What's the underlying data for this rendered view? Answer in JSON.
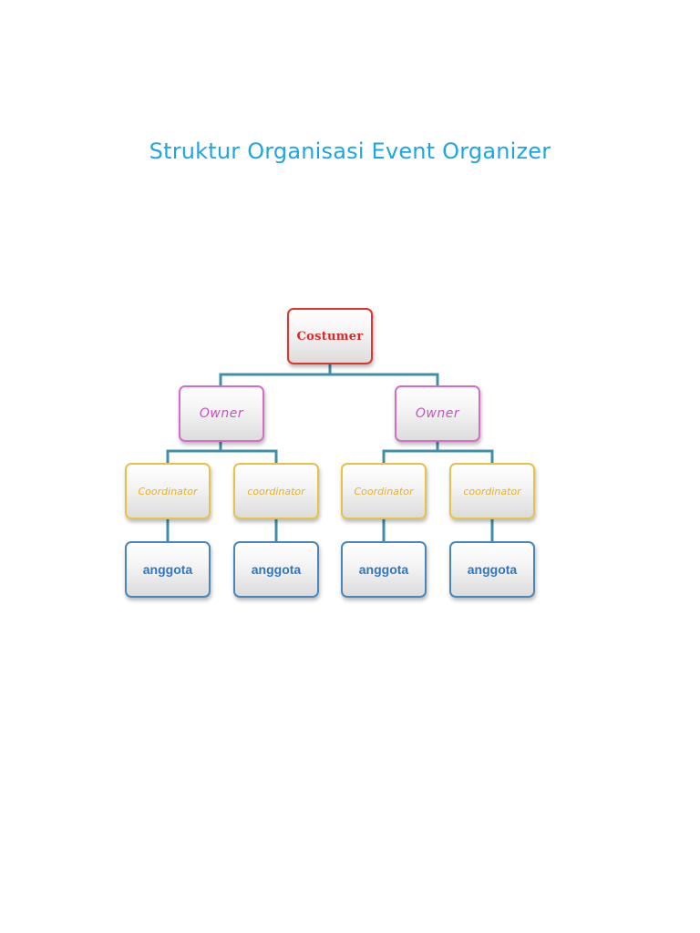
{
  "title": "Struktur Organisasi Event Organizer",
  "org": {
    "root": {
      "label": "Costumer"
    },
    "owners": [
      {
        "label": "Owner"
      },
      {
        "label": "Owner"
      }
    ],
    "coordinators": [
      {
        "label": "Coordinator"
      },
      {
        "label": "coordinator"
      },
      {
        "label": "Coordinator"
      },
      {
        "label": "coordinator"
      }
    ],
    "members": [
      {
        "label": "anggota"
      },
      {
        "label": "anggota"
      },
      {
        "label": "anggota"
      },
      {
        "label": "anggota"
      }
    ]
  },
  "colors": {
    "title": "#1ea6e0",
    "connector": "#3f8fa8",
    "root_border": "#e2342e",
    "owner_border": "#d66cc9",
    "coordinator_border": "#e8c14a",
    "member_border": "#4a86b8"
  }
}
